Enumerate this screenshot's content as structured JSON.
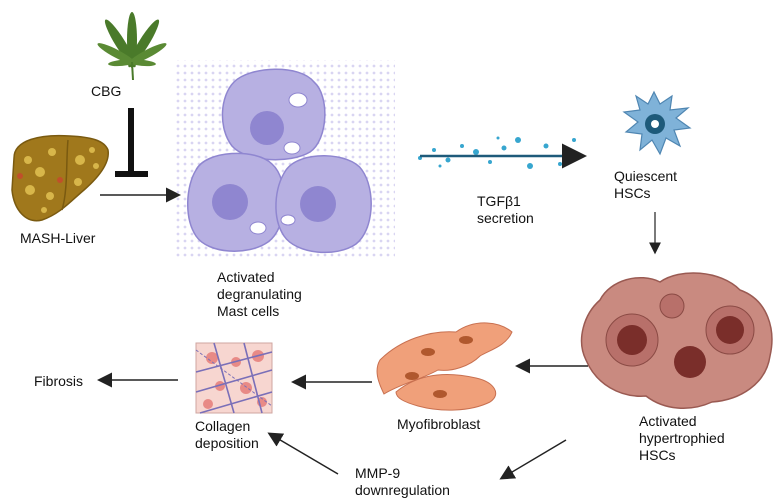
{
  "labels": {
    "cbg": "CBG",
    "mash_liver": "MASH-Liver",
    "mast_cells": [
      "Activated",
      "degranulating",
      "Mast cells"
    ],
    "tgf": [
      "TGFβ1",
      "secretion"
    ],
    "quiescent": [
      "Quiescent",
      "HSCs"
    ],
    "activated_hsc": [
      "Activated",
      "hypertrophied",
      "HSCs"
    ],
    "myofibroblast": "Myofibroblast",
    "collagen": [
      "Collagen",
      "deposition"
    ],
    "fibrosis": "Fibrosis",
    "mmp9": [
      "MMP-9",
      "downregulation"
    ]
  },
  "colors": {
    "text": "#111111",
    "arrow": "#222222",
    "cannabis_leaf": "#4a7a2a",
    "liver": "#a0781c",
    "liver_spots": "#d8b64a",
    "mast_cell": "#b7b0e2",
    "mast_nucleus": "#8f86d0",
    "granules": "#c9c3ec",
    "tgf_dots": "#37a6cf",
    "quiescent_hsc": "#7fb2d8",
    "activated_hsc": "#b8706a",
    "activated_nucleus": "#7a2e2a",
    "myofibroblast": "#f0a07a",
    "collagen_bg": "#f7d6d0",
    "collagen_fibers": "#7a6fb8"
  },
  "icons": [
    "cannabis-leaf-icon",
    "inhibition-bar-icon",
    "liver-icon",
    "mast-cell-icon",
    "hsc-quiescent-icon",
    "hsc-activated-icon",
    "myofibroblast-icon",
    "collagen-icon"
  ]
}
